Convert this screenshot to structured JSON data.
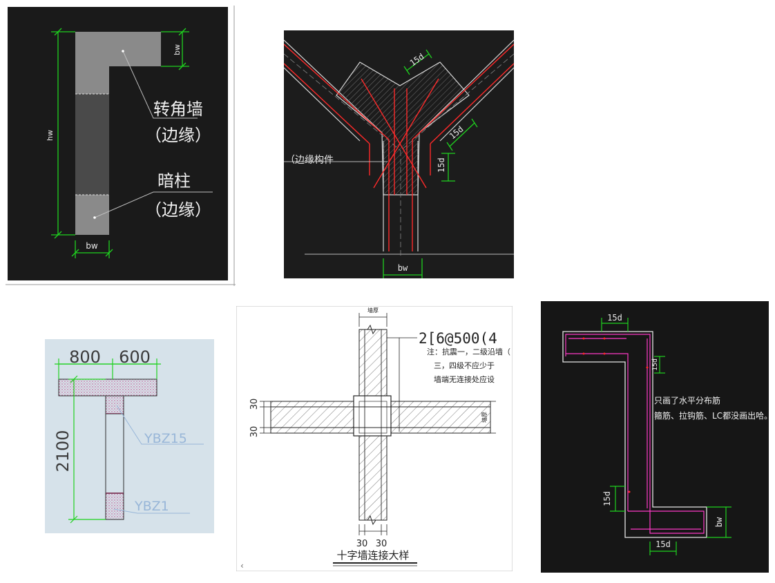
{
  "colors": {
    "cad_black": "#1a1a1a",
    "dim_green": "#1fd21f",
    "rebar_red": "#ff2a2a",
    "rebar_magenta": "#ff3ac8",
    "panel3_bg": "#d6e2ea",
    "hatch_pink": "#e63c8a",
    "label_blue": "#98b6d8"
  },
  "panels": [
    {
      "id": "corner-wall-panel",
      "dims": {
        "bw_top": "bw",
        "hw": "hw",
        "bw_bottom": "bw"
      },
      "labels": {
        "corner_wall_line1": "转角墙",
        "corner_wall_line2": "（边缘）",
        "hidden_column_line1": "暗柱",
        "hidden_column_line2": "（边缘）"
      }
    },
    {
      "id": "y-joint-panel",
      "dims": {
        "top": "15d",
        "mid": "15d",
        "side": "15d",
        "bottom": "bw"
      },
      "labels": {
        "edge_member": "（边缘构件"
      }
    },
    {
      "id": "t-wall-panel",
      "dims": {
        "left": "800",
        "right": "600",
        "height": "2100"
      },
      "labels": {
        "ybz15": "YBZ15",
        "ybz1": "YBZ1"
      }
    },
    {
      "id": "cross-wall-panel",
      "dims": {
        "top": "墙厚",
        "right": "墙厚",
        "left_1": "30",
        "left_2": "30",
        "bottom_1": "30",
        "bottom_2": "30"
      },
      "labels": {
        "rebar_spec": "2[6@500(4",
        "note_line1": "注：抗震一，二级沿墙（",
        "note_line2": "三，四级不应少于",
        "note_line3": "墙端无连接处应设",
        "caption": "十字墙连接大样",
        "scroll_mark": "‹"
      }
    },
    {
      "id": "z-wall-panel",
      "dims": {
        "top": "15d",
        "top_right": "15d",
        "bottom_left": "15d",
        "bottom": "15d",
        "right": "bw"
      },
      "labels": {
        "note_line1": "只画了水平分布筋",
        "note_line2": "箍筋、拉钩筋、LC都没画出哈。"
      }
    }
  ]
}
